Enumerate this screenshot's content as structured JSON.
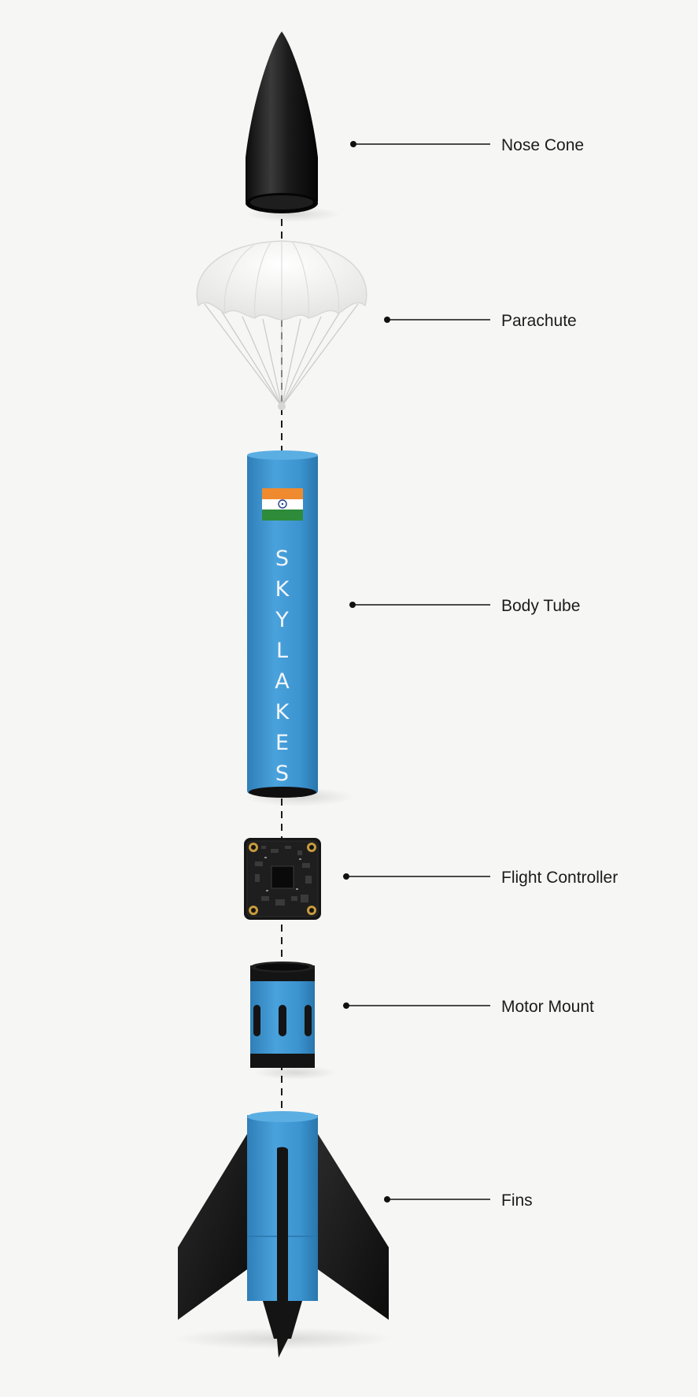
{
  "labels": {
    "nose_cone": "Nose Cone",
    "parachute": "Parachute",
    "body_tube": "Body Tube",
    "flight_controller": "Flight Controller",
    "motor_mount": "Motor Mount",
    "fins": "Fins"
  },
  "brand": {
    "letters": [
      "S",
      "K",
      "Y",
      "L",
      "A",
      "K",
      "E",
      "S"
    ]
  },
  "colors": {
    "background": "#f6f6f4",
    "body_blue": "#3d94cf",
    "black": "#141414",
    "parachute_white": "#fafafa",
    "flag_saffron": "#f08a2e",
    "flag_green": "#2e8b3a",
    "flag_chakra": "#1f3f8f"
  },
  "icons": {
    "flag": "india-flag-icon"
  }
}
